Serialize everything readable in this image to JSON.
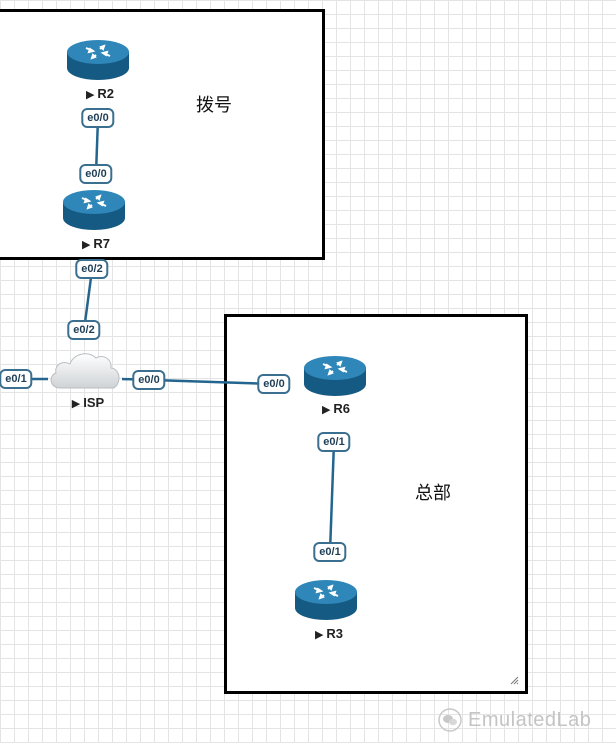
{
  "regions": {
    "dialup_label": "拨号",
    "hq_label": "总部"
  },
  "nodes": {
    "r2": "R2",
    "r7": "R7",
    "isp": "ISP",
    "r6": "R6",
    "r3": "R3"
  },
  "ports": {
    "r2_e00": "e0/0",
    "r7_e00": "e0/0",
    "r7_e02": "e0/2",
    "isp_e02": "e0/2",
    "isp_e01": "e0/1",
    "isp_e00": "e0/0",
    "r6_e00": "e0/0",
    "r6_e01": "e0/1",
    "r3_e01": "e0/1"
  },
  "watermark": "EmulatedLab",
  "colors": {
    "router_body": "#1f6e9c",
    "link": "#23658f",
    "port_border": "#3b6f8f"
  },
  "icons": {
    "router": "router-icon",
    "cloud": "cloud-icon",
    "play": "play-triangle-icon"
  }
}
